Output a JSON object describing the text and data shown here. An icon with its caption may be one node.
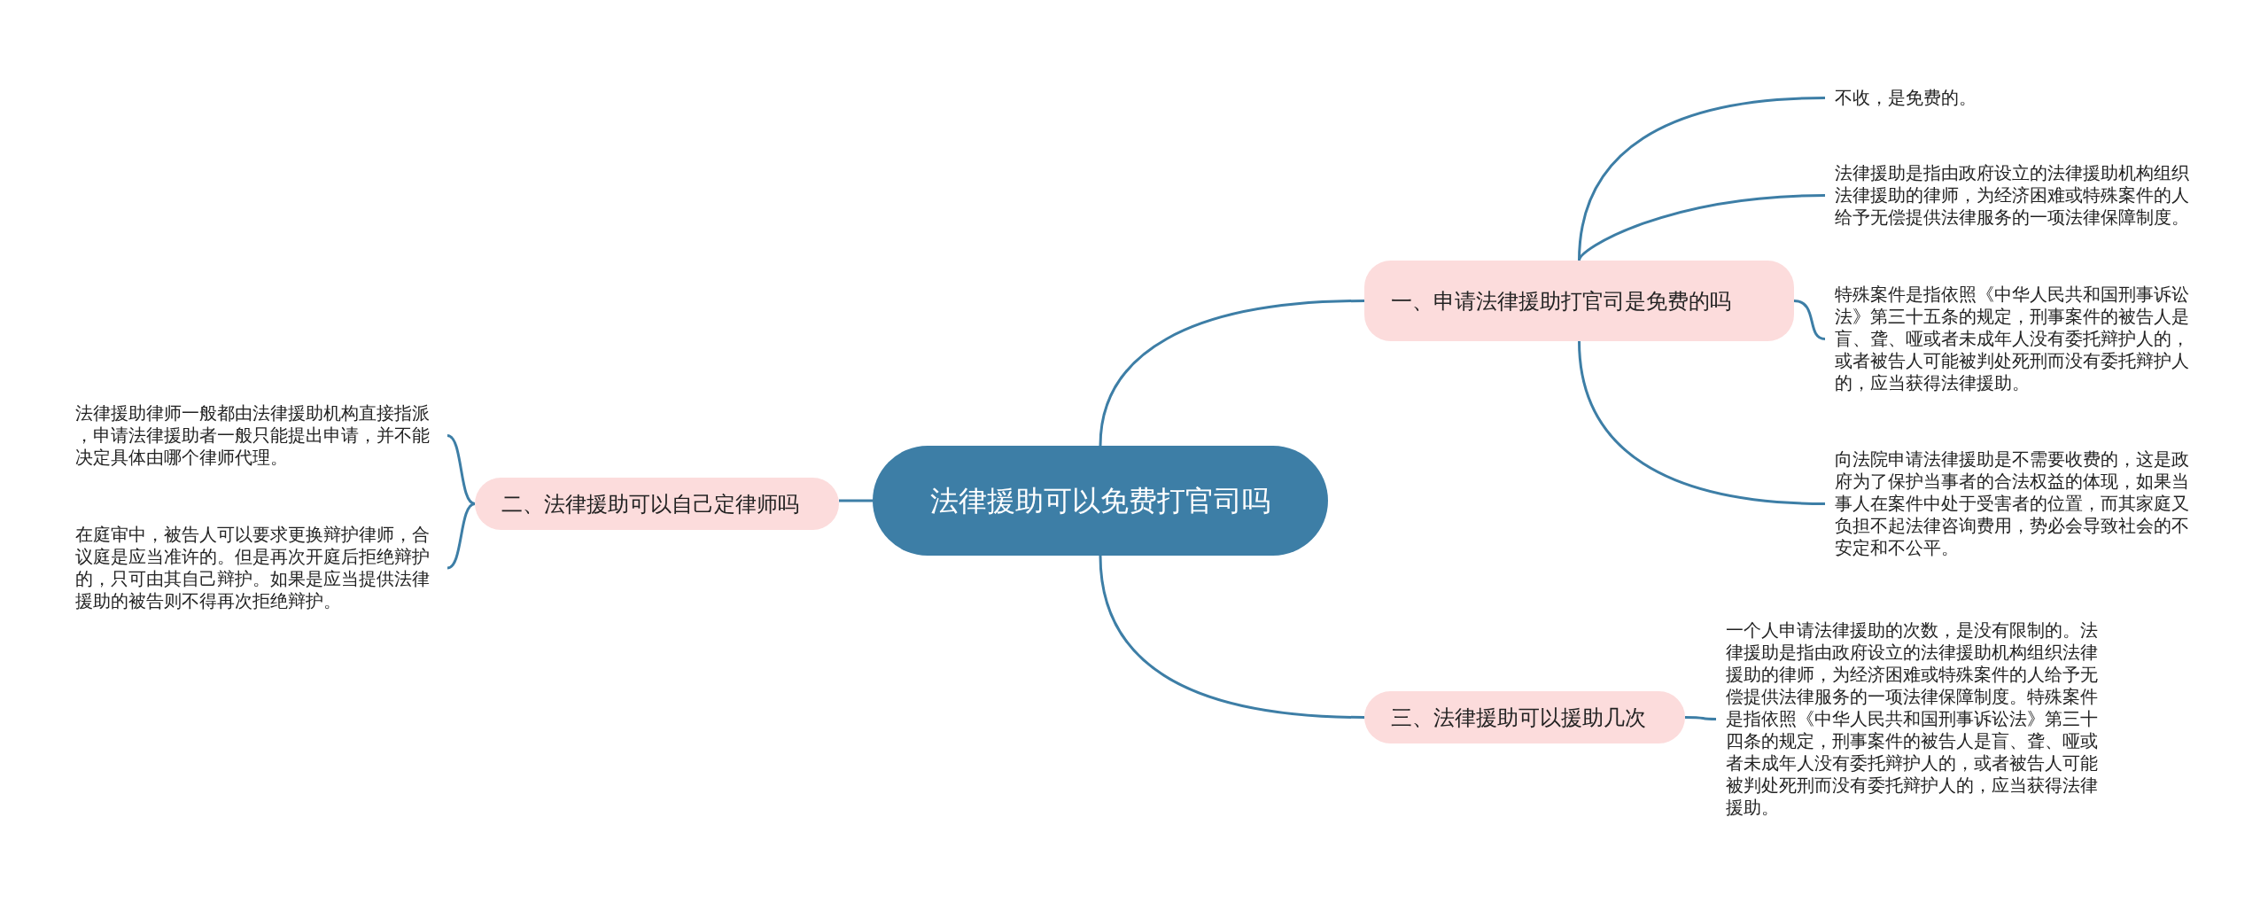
{
  "diagram": {
    "nodes": [
      {
        "text": [
          "法律援助可以免费打官司吗"
        ]
      },
      {
        "text": [
          "一、申请法律援助打官司是免费的吗"
        ]
      },
      {
        "text": [
          "不收，是免费的。"
        ]
      },
      {
        "text": [
          "法律援助是指由政府设立的法律援助机构组织法律援助的律师，为经济困难或特殊案件的人给予无偿提供法律服务的一项法律保障制度。"
        ]
      },
      {
        "text": [
          "特殊案件是指依照《中华人民共和国刑事诉讼法》第三十五条的规定，刑事案件的被告人是盲、聋、哑或者未成年人没有委托辩护人的，或者被告人可能被判处死刑而没有委托辩护人的，应当获得法律援助。"
        ]
      },
      {
        "text": [
          "向法院申请法律援助是不需要收费的，这是政府为了保护当事者的合法权益的体现，如果当事人在案件中处于受害者的位置，而其家庭又负担不起法律咨询费用，势必会导致社会的不安定和不公平。"
        ]
      },
      {
        "text": [
          "二、法律援助可以自己定律师吗"
        ]
      },
      {
        "text": [
          "法律援助律师一般都由法律援助机构直接指派，申请法律援助者一般只能提出申请，并不能决定具体由哪个律师代理。"
        ]
      },
      {
        "text": [
          "在庭审中，被告人可以要求更换辩护律师，合议庭是应当准许的。但是再次开庭后拒绝辩护的，只可由其自己辩护。如果是应当提供法律援助的被告则不得再次拒绝辩护。"
        ]
      },
      {
        "text": [
          "三、法律援助可以援助几次"
        ]
      },
      {
        "text": [
          "一个人申请法律援助的次数，是没有限制的。法律援助是指由政府设立的法律援助机构组织法律援助的律师，为经济困难或特殊案件的人给予无偿提供法律服务的一项法律保障制度。特殊案件是指依照《中华人民共和国刑事诉讼法》第三十四条的规定，刑事案件的被告人是盲、聋、哑或者未成年人没有委托辩护人的，或者被告人可能被判处死刑而没有委托辩护人的，应当获得法律援助。"
        ]
      }
    ],
    "edges": [
      {
        "from": 0,
        "to": 1,
        "arrow": "none"
      },
      {
        "from": 1,
        "to": 2,
        "arrow": "none"
      },
      {
        "from": 1,
        "to": 3,
        "arrow": "none"
      },
      {
        "from": 1,
        "to": 4,
        "arrow": "none"
      },
      {
        "from": 1,
        "to": 5,
        "arrow": "none"
      },
      {
        "from": 0,
        "to": 6,
        "arrow": "none"
      },
      {
        "from": 6,
        "to": 7,
        "arrow": "none"
      },
      {
        "from": 6,
        "to": 8,
        "arrow": "none"
      },
      {
        "from": 0,
        "to": 9,
        "arrow": "none"
      },
      {
        "from": 9,
        "to": 10,
        "arrow": "none"
      }
    ]
  }
}
